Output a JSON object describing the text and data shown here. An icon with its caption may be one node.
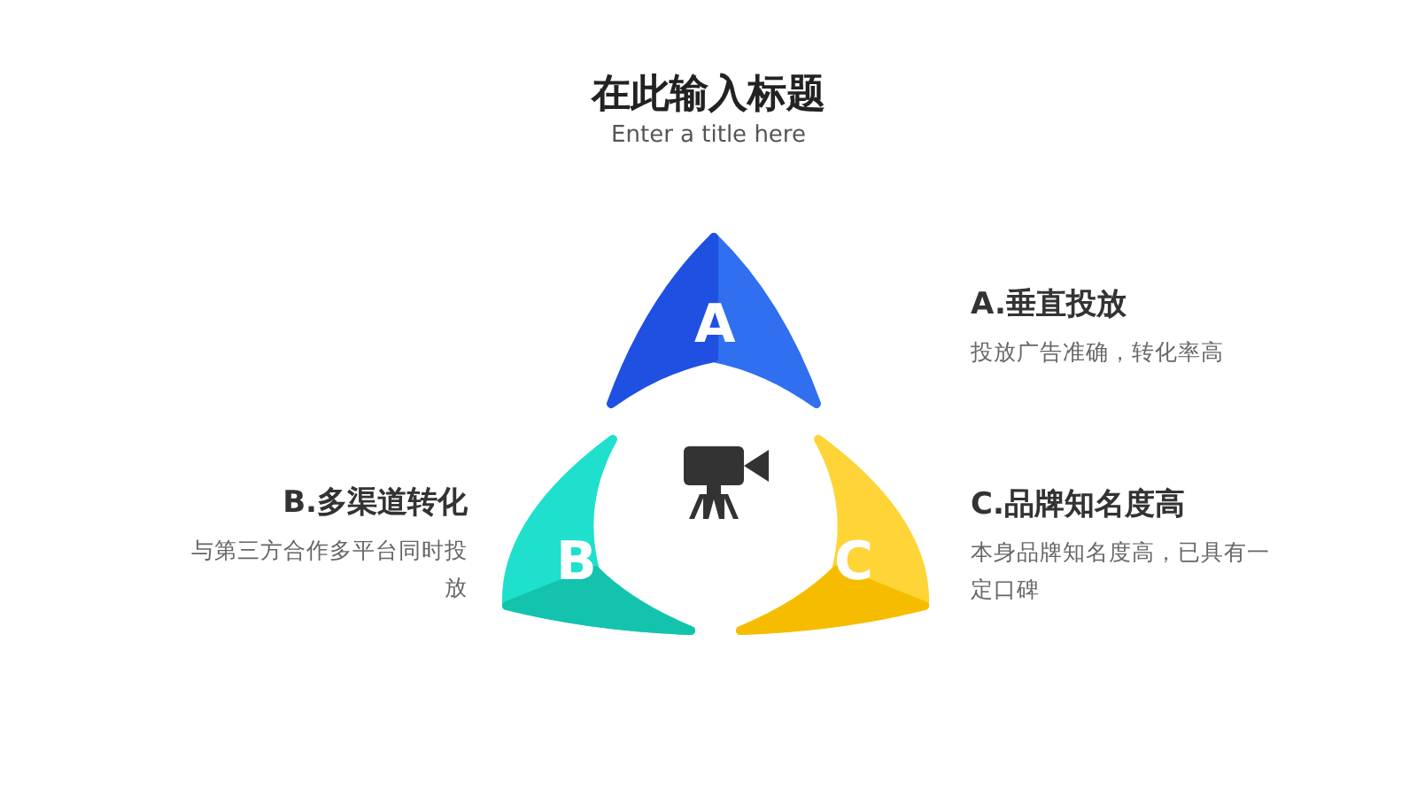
{
  "diagram": {
    "title": "在此输入标题",
    "nodes": [
      {
        "text": [
          "A"
        ],
        "beside": [
          "A.垂直投放",
          "投放广告准确，转化率高"
        ]
      },
      {
        "text": [
          "B"
        ],
        "beside": [
          "B.多渠道转化",
          "与第三方合作多平台同时投放"
        ]
      },
      {
        "text": [
          "C"
        ],
        "beside": [
          "C.品牌知名度高",
          "本身品牌知名度高，已具有一定口碑"
        ]
      }
    ],
    "labels": [
      "Enter a title here"
    ]
  }
}
